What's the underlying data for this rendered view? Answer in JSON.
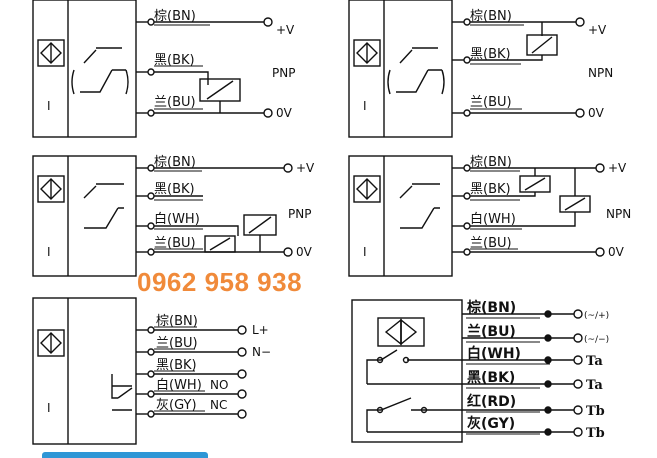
{
  "phone": "0962 958 938",
  "accent_color": "#f08a3a",
  "diagrams": {
    "pnp3": {
      "brown": "棕(BN)",
      "black": "黑(BK)",
      "blue": "兰(BU)",
      "plus_v": "+V",
      "zero_v": "0V",
      "type": "PNP",
      "sensor": "I"
    },
    "npn3": {
      "brown": "棕(BN)",
      "black": "黑(BK)",
      "blue": "兰(BU)",
      "plus_v": "+V",
      "zero_v": "0V",
      "type": "NPN",
      "sensor": "I"
    },
    "pnp4": {
      "brown": "棕(BN)",
      "black": "黑(BK)",
      "white": "白(WH)",
      "blue": "兰(BU)",
      "plus_v": "+V",
      "zero_v": "0V",
      "type": "PNP",
      "sensor": "I"
    },
    "npn4": {
      "brown": "棕(BN)",
      "black": "黑(BK)",
      "white": "白(WH)",
      "blue": "兰(BU)",
      "plus_v": "+V",
      "zero_v": "0V",
      "type": "NPN",
      "sensor": "I"
    },
    "relay5": {
      "brown": "棕(BN)",
      "blue": "兰(BU)",
      "black": "黑(BK)",
      "white": "白(WH)",
      "gray": "灰(GY)",
      "l_plus": "L+",
      "n_minus": "N−",
      "no": "NO",
      "nc": "NC",
      "sensor": "I"
    },
    "ac6": {
      "brown": "棕(BN)",
      "blue": "兰(BU)",
      "white": "白(WH)",
      "black": "黑(BK)",
      "red": "红(RD)",
      "gray": "灰(GY)",
      "plus": "(~/+)",
      "minus": "(~/−)",
      "ta1": "Ta",
      "ta2": "Ta",
      "tb1": "Tb",
      "tb2": "Tb"
    }
  }
}
